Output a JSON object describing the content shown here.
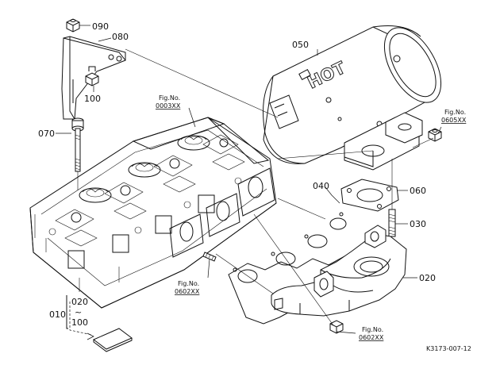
{
  "callouts": {
    "c090": "090",
    "c080": "080",
    "c100": "100",
    "c070": "070",
    "c050": "050",
    "c040": "040",
    "c060": "060",
    "c030": "030",
    "c020": "020",
    "c010": "010",
    "c010_from": "020",
    "c010_to": "100"
  },
  "figrefs": {
    "upper_left": {
      "label": "Fig.No.",
      "number": "0003XX"
    },
    "right": {
      "label": "Fig.No.",
      "number": "0605XX"
    },
    "middle": {
      "label": "Fig.No.",
      "number": "0602XX"
    },
    "bottom": {
      "label": "Fig.No.",
      "number": "0602XX"
    }
  },
  "muffler_label": "HOT",
  "footer_code": "K3173-007-12",
  "icons": {
    "muffler": "muffler-icon",
    "cylinder_head": "cylinder-head-icon",
    "manifold": "exhaust-manifold-icon",
    "gasket": "gasket-icon",
    "bracket": "bracket-icon",
    "stud": "stud-bolt-icon",
    "nut": "nut-icon",
    "booklet": "booklet-icon"
  }
}
